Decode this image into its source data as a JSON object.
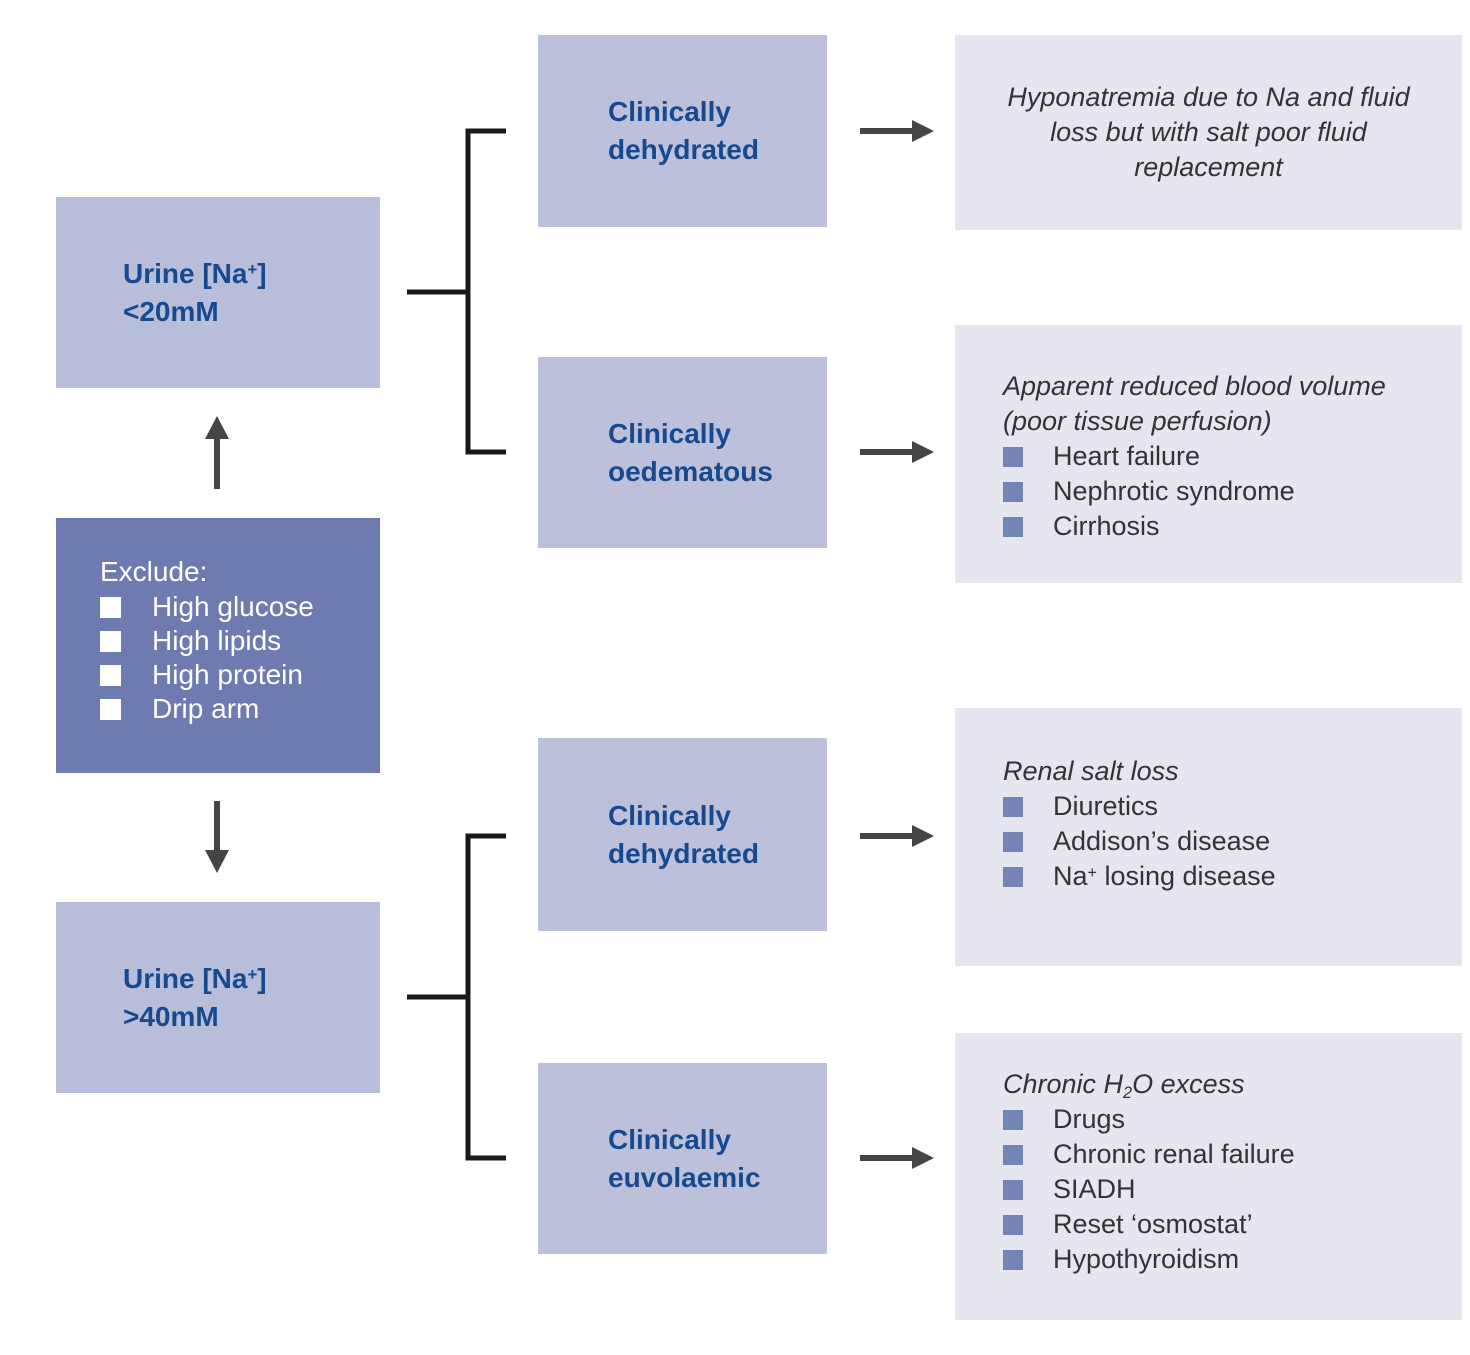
{
  "figure": {
    "description": "Hyponatremia diagnostic flowchart by urine sodium concentration"
  },
  "colors": {
    "box_light": "#b8bdda",
    "box_middle": "#bcc0db",
    "box_dark": "#6d7bb1",
    "box_pale": "#e6e6f1",
    "navy_text": "#17498f",
    "ink_text": "#333333",
    "bullet_square": "#7384b5",
    "white_square": "#ffffff",
    "bracket_line": "#1a1a1a",
    "arrow": "#454545"
  },
  "boxes": {
    "urine_low": {
      "pre": "Urine [Na",
      "sup": "+",
      "post": "]",
      "value": "<20mM"
    },
    "urine_high": {
      "pre": "Urine [Na",
      "sup": "+",
      "post": "]",
      "value": ">40mM"
    },
    "exclude": {
      "title": "Exclude:",
      "items": [
        "High glucose",
        "High lipids",
        "High protein",
        "Drip arm"
      ]
    },
    "middle": [
      {
        "l1": "Clinically",
        "l2": "dehydrated"
      },
      {
        "l1": "Clinically",
        "l2": "oedematous"
      },
      {
        "l1": "Clinically",
        "l2": "dehydrated"
      },
      {
        "l1": "Clinically",
        "l2": "euvolaemic"
      }
    ],
    "outcome1": {
      "l1": "Hyponatremia due to Na and fluid",
      "l2": "loss but with salt poor fluid",
      "l3": "replacement"
    },
    "outcome2": {
      "h1": "Apparent reduced blood volume",
      "h2": "(poor tissue perfusion)",
      "items": [
        "Heart failure",
        "Nephrotic syndrome",
        "Cirrhosis"
      ]
    },
    "outcome3": {
      "h1": "Renal salt loss",
      "item1": "Diuretics",
      "item2": "Addison’s disease",
      "item3_pre": "Na",
      "item3_sup": "+",
      "item3_post": " losing disease"
    },
    "outcome4": {
      "h_pre": "Chronic H",
      "h_sub": "2",
      "h_post": "O excess",
      "items": [
        "Drugs",
        "Chronic renal failure",
        "SIADH",
        "Reset ‘osmostat’",
        "Hypothyroidism"
      ]
    }
  }
}
